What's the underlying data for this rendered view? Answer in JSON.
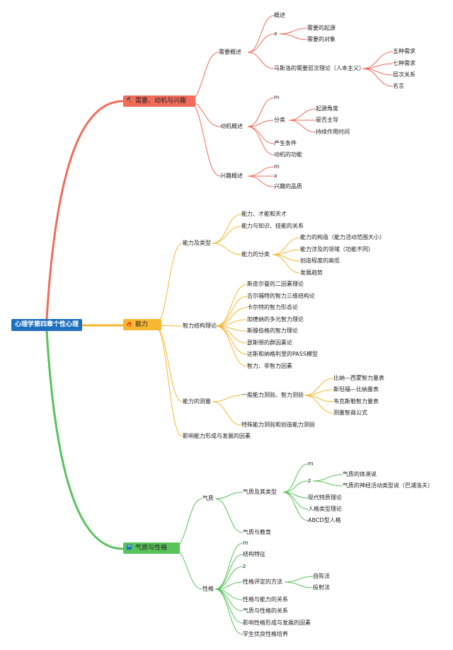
{
  "root": {
    "label": "心理学第四章个性心理"
  },
  "branches": {
    "need": {
      "label": "需要、动机与兴趣",
      "icon": "hammer-icon",
      "color": "#f26b5b"
    },
    "ability": {
      "label": "能力",
      "icon": "fire-icon",
      "color": "#f7b733"
    },
    "temperament": {
      "label": "气质与性格",
      "icon": "book-icon",
      "color": "#58c35a"
    }
  },
  "need": {
    "need_overview": "需要概述",
    "overview": "概述",
    "x": "x",
    "origin": "需要的起源",
    "object": "需要的对象",
    "maslow": "马斯洛的需要层次理论（人本主义）",
    "five": "五种需求",
    "seven": "七种需求",
    "levels": "层次关系",
    "quote": "名言",
    "motive_overview": "动机概述",
    "m": "m",
    "classify": "分类",
    "origin_angle": "起源角度",
    "primary": "是否主导",
    "duration": "持续作用时间",
    "conditions": "产生条件",
    "functions": "动机的功能",
    "interest_overview": "兴趣概述",
    "m2": "m",
    "x2": "x",
    "quality": "兴趣的品质"
  },
  "ability": {
    "ability_types": "能力及类型",
    "talent": "能力、才能和天才",
    "knowledge": "能力与知识、技能的关系",
    "classify": "能力的分类",
    "structure": "能力的构造（能力活动范围大小）",
    "domain": "能力涉及的领域（功能不同）",
    "creativity": "创造程度的高低",
    "trend": "发展趋势",
    "theory": "智力结构理论",
    "spearman": "斯皮尔曼的二因素理论",
    "guilford": "吉尔福特的智力三维结构论",
    "cattell": "卡尔特的智力形态论",
    "gardner": "加德纳的多元智力理论",
    "sternberg": "斯滕伯格的智力理论",
    "thurstone": "瑟斯顿的群因素论",
    "das": "达斯和纳格利里的PASS模型",
    "nonintel": "智力、非智力因素",
    "measure": "能力的测量",
    "general": "一般能力测验、智力测验",
    "binet": "比纳—西蒙智力量表",
    "stanford": "斯坦福—比纳量表",
    "wechsler": "韦克斯勒智力量表",
    "iq": "测量智商公式",
    "special": "特殊能力测验和创造能力测验",
    "factors": "影响能力形成与发展的因素"
  },
  "temperament": {
    "temperament": "气质",
    "types": "气质及其类型",
    "m": "m",
    "z": "z",
    "body_fluid": "气质的体液说",
    "pavlov": "气质的神经活动类型说（巴浦洛夫）",
    "modern": "现代特质理论",
    "personality_type": "人格类型理论",
    "abcd": "ABCD型人格",
    "education": "气质与教育",
    "character": "性格",
    "m2": "m",
    "structure": "结构特征",
    "z2": "z",
    "assess": "性格评定的方法",
    "self_report": "自陈法",
    "projective": "投射法",
    "ability_rel": "性格与能力的关系",
    "temp_rel": "气质与性格的关系",
    "factors": "影响性格形成与发展的因素",
    "cultivate": "学生优良性格培养"
  }
}
